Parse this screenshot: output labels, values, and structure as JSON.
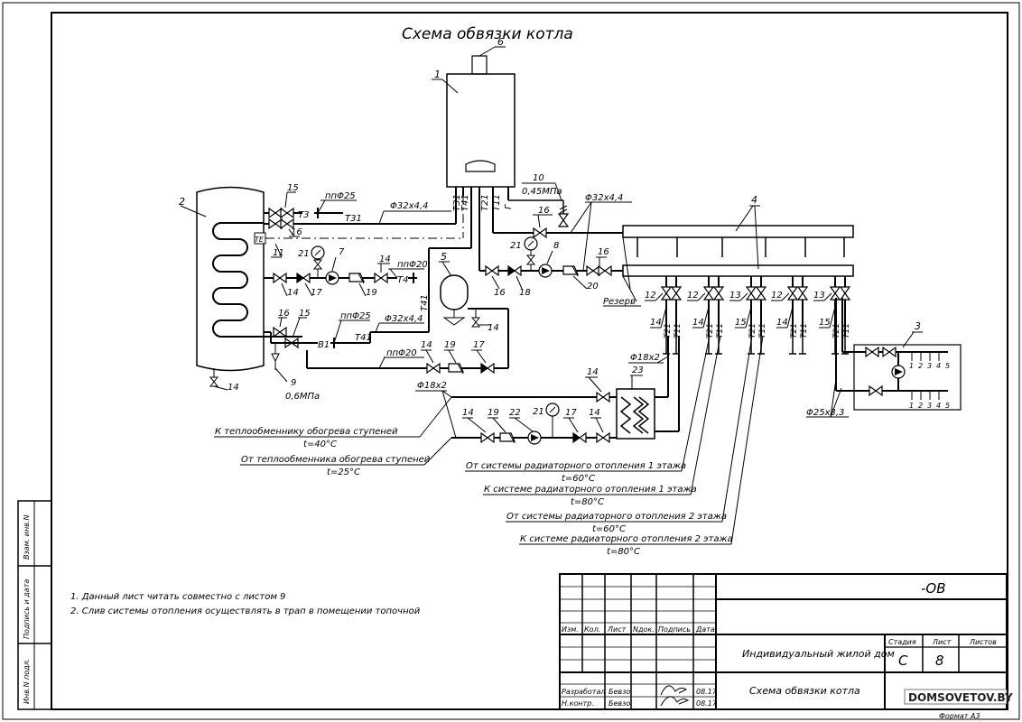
{
  "title": "Схема обвязки котла",
  "pipes": {
    "t3": "Т3",
    "t31": "Т31",
    "t41": "Т41",
    "t41b": "Т41",
    "t4": "Т4",
    "t21": "Т21",
    "t11": "Т11",
    "b1": "В1",
    "te": "ТЕ",
    "d32_a": "Φ32x4,4",
    "d32_b": "Φ32x4,4",
    "d32_c": "Φ32x4,4",
    "pp25_a": "ппΦ25",
    "pp25_b": "ппΦ25",
    "pp20_a": "ппΦ20",
    "pp20_b": "ппΦ20",
    "d18_a": "Φ18x2",
    "d18_b": "Φ18x2",
    "d25": "Φ25x3,3",
    "p045": "0,45МПа",
    "p06": "0,6МПа",
    "reserve": "Резерв"
  },
  "boiler_outlets": [
    "Т31",
    "Т41",
    "Т21",
    "Т11",
    "Г"
  ],
  "positions": {
    "p1": "1",
    "p2": "2",
    "p3": "3",
    "p4": "4",
    "p5": "5",
    "p6": "6",
    "p7": "7",
    "p8": "8",
    "p9": "9",
    "p10": "10",
    "p11": "11",
    "p14a": "14",
    "p14b": "14",
    "p14c": "14",
    "p14d": "14",
    "p14e": "14",
    "p14f": "14",
    "p14g": "14",
    "p15a": "15",
    "p15b": "15",
    "p16a": "16",
    "p16b": "16",
    "p16c": "16",
    "p16d": "16",
    "p16e": "16",
    "p17a": "17",
    "p17b": "17",
    "p17c": "17",
    "p18": "18",
    "p19a": "19",
    "p19b": "19",
    "p19c": "19",
    "p20": "20",
    "p21a": "21",
    "p21b": "21",
    "p21c": "21",
    "p22": "22",
    "p23": "23"
  },
  "manifold_valves": [
    "12",
    "12",
    "13",
    "12",
    "13"
  ],
  "manifold_drops": [
    "14",
    "14",
    "15",
    "14",
    "15"
  ],
  "manifold_tags": [
    "Т21",
    "Т11",
    "Т21",
    "Т11",
    "Т21",
    "Т11",
    "Т21",
    "Т11"
  ],
  "unit3_numbers": [
    "1",
    "2",
    "3",
    "4",
    "5"
  ],
  "callouts": [
    {
      "text": "К теплообменнику обогрева ступеней",
      "temp": "t=40°C"
    },
    {
      "text": "От теплообменника обогрева ступеней",
      "temp": "t=25°C"
    },
    {
      "text": "От системы радиаторного отопления 1 этажа",
      "temp": "t=60°C"
    },
    {
      "text": "К системе радиаторного отопления 1 этажа",
      "temp": "t=80°C"
    },
    {
      "text": "От системы радиаторного отопления 2 этажа",
      "temp": "t=60°C"
    },
    {
      "text": "К системе радиаторного отопления 2 этажа",
      "temp": "t=80°C"
    }
  ],
  "notes": [
    "1. Данный лист читать совместно с листом 9",
    "2. Слив системы отопления осуществлять в трап в помещении топочной"
  ],
  "side_labels": [
    "Взам. инв.N",
    "Подпись и дата",
    "Инв.N подл."
  ],
  "stamp": {
    "code": "-ОВ",
    "headers": [
      "Изм.",
      "Кол.",
      "Лист",
      "Nдок.",
      "Подпись",
      "Дата"
    ],
    "project": "Индивидуальный жилой дом",
    "stage_label": "Стадия",
    "sheet_label": "Лист",
    "sheets_label": "Листов",
    "stage": "С",
    "sheet": "8",
    "sheet_title": "Схема обвязки котла",
    "developed_label": "Разработал",
    "developed_by": "Бевзо",
    "developed_date": "08.17",
    "control_label": "Н.контр.",
    "control_by": "Бевзо",
    "control_date": "08.17",
    "watermark": "DOMSOVETOV.BY",
    "format": "Формат А3"
  }
}
